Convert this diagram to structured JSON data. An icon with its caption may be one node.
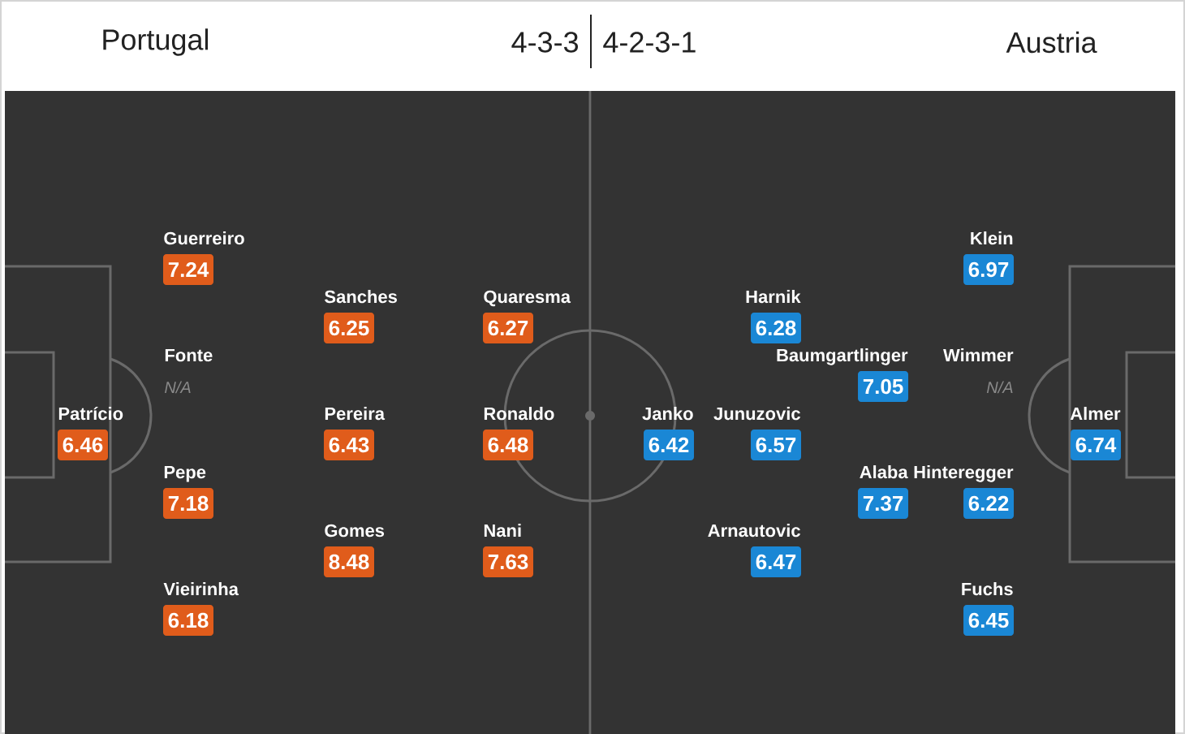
{
  "diagram": {
    "nodes": [
      {
        "text": [
          "Guerreiro",
          "7.24"
        ]
      },
      {
        "text": [
          "Klein",
          "6.97"
        ]
      },
      {
        "text": [
          "Sanches",
          "6.25"
        ]
      },
      {
        "text": [
          "Quaresma",
          "6.27"
        ]
      },
      {
        "text": [
          "Harnik",
          "6.28"
        ]
      },
      {
        "text": [
          "Baumgartlinger",
          "7.05"
        ]
      },
      {
        "text": [
          "Patrício",
          "6.46"
        ]
      },
      {
        "text": [
          "Pereira",
          "6.43"
        ]
      },
      {
        "text": [
          "Ronaldo",
          "6.48"
        ]
      },
      {
        "text": [
          "Janko",
          "6.42"
        ]
      },
      {
        "text": [
          "Junuzovic",
          "6.57"
        ]
      },
      {
        "text": [
          "Almer",
          "6.74"
        ]
      },
      {
        "text": [
          "Pepe",
          "7.18"
        ]
      },
      {
        "text": [
          "Alaba",
          "7.37"
        ]
      },
      {
        "text": [
          "Hinteregger",
          "6.22"
        ]
      },
      {
        "text": [
          "Gomes",
          "8.48"
        ]
      },
      {
        "text": [
          "Nani",
          "7.63"
        ]
      },
      {
        "text": [
          "Arnautovic",
          "6.47"
        ]
      },
      {
        "text": [
          "Vieirinha",
          "6.18"
        ]
      },
      {
        "text": [
          "Fuchs",
          "6.45"
        ]
      }
    ],
    "labels": [
      "Portugal",
      "4-3-3",
      "4-2-3-1",
      "Austria",
      "Fonte",
      "N/A",
      "Wimmer",
      "N/A"
    ]
  }
}
